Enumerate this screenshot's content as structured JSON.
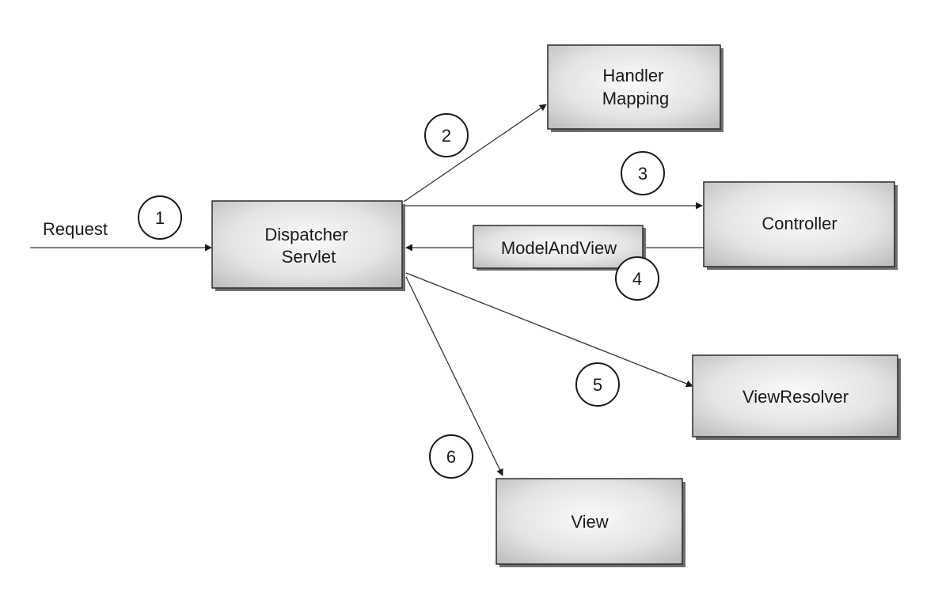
{
  "diagram": {
    "nodes": {
      "dispatcher": [
        "Dispatcher",
        "Servlet"
      ],
      "handler_mapping": [
        "Handler",
        "Mapping"
      ],
      "controller": [
        "Controller"
      ],
      "model_and_view": [
        "ModelAndView"
      ],
      "view_resolver": [
        "ViewResolver"
      ],
      "view": [
        "View"
      ]
    },
    "request_label": "Request",
    "steps": [
      "1",
      "2",
      "3",
      "4",
      "5",
      "6"
    ]
  }
}
